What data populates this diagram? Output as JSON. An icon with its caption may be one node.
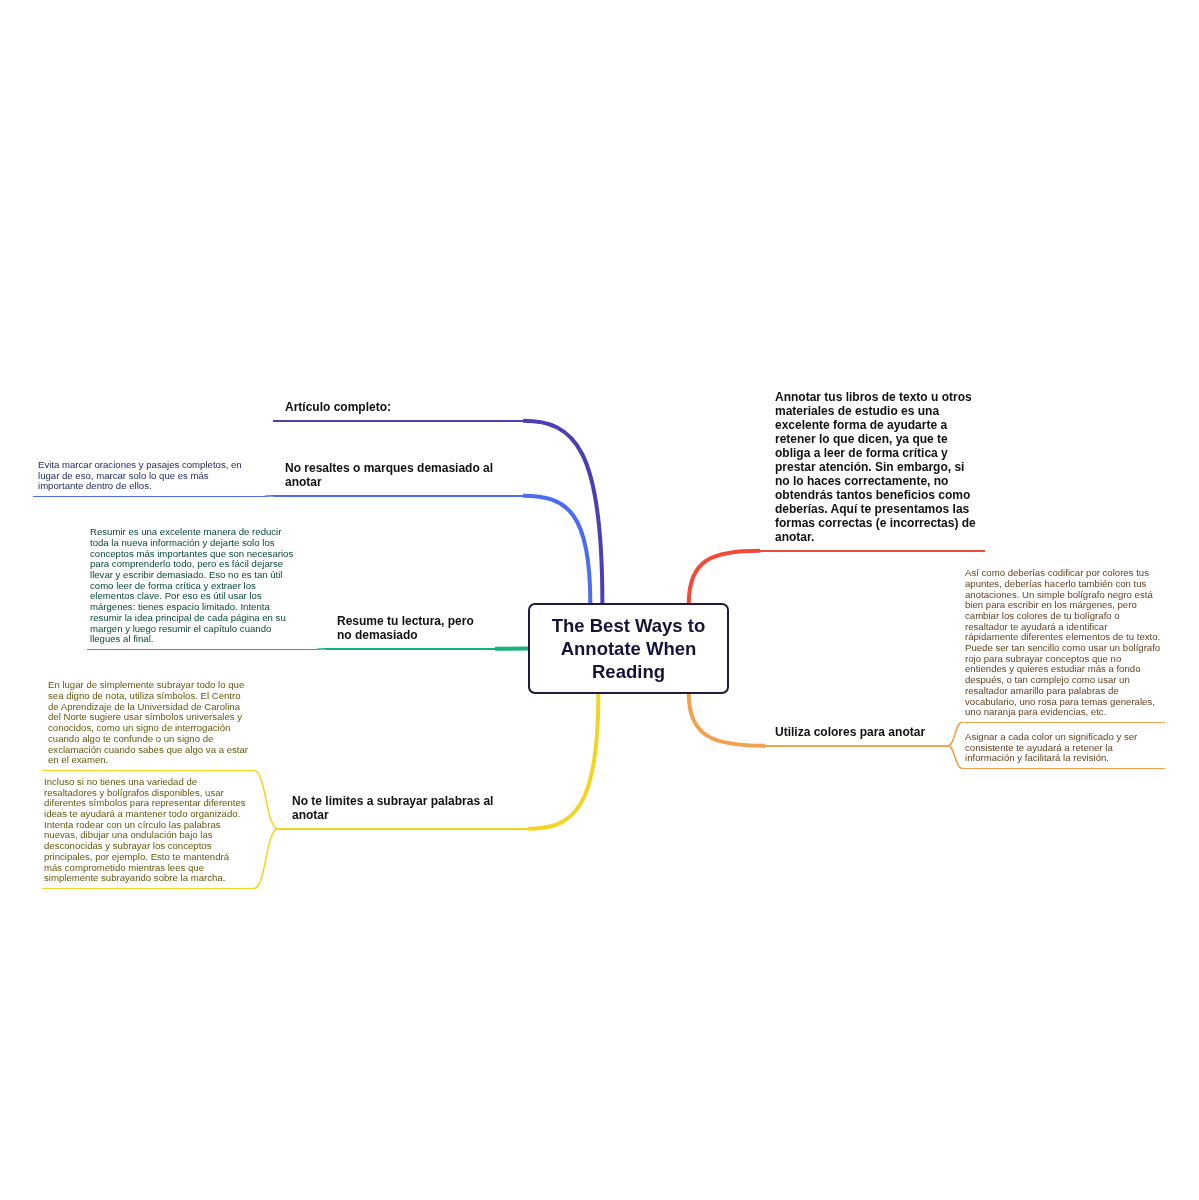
{
  "diagram": {
    "nodes": [
      {
        "text": [
          "The Best Ways to Annotate When Reading"
        ]
      },
      {
        "text": [
          "Artículo completo:"
        ]
      },
      {
        "text": [
          "No resaltes o marques demasiado al anotar"
        ]
      },
      {
        "text": [
          "Evita marcar oraciones y pasajes completos, en lugar de eso, marcar solo lo que es más importante dentro de ellos."
        ]
      },
      {
        "text": [
          "Resume tu lectura, pero no demasiado"
        ]
      },
      {
        "text": [
          "Resumir es una excelente manera de reducir toda la nueva información y dejarte solo los conceptos más importantes que son necesarios para comprenderlo todo, pero es fácil dejarse llevar y escribir demasiado. Eso no es tan útil como leer de forma crítica y extraer los elementos clave. Por eso es útil usar los márgenes: tienes espacio limitado. Intenta resumir la idea principal de cada página en su margen y luego resumir el capítulo cuando llegues al final."
        ]
      },
      {
        "text": [
          "No te limites a subrayar palabras al anotar"
        ]
      },
      {
        "text": [
          "En lugar de simplemente subrayar todo lo que sea digno de nota, utiliza símbolos. El Centro de Aprendizaje de la Universidad de Carolina del Norte sugiere usar símbolos universales y conocidos, como un signo de interrogación cuando algo te confunde o un signo de exclamación cuando sabes que algo va a estar en el examen."
        ]
      },
      {
        "text": [
          "Incluso si no tienes una variedad de resaltadores y bolígrafos disponibles, usar diferentes símbolos para representar diferentes ideas te ayudará a mantener todo organizado. Intenta rodear con un círculo las palabras nuevas, dibujar una ondulación bajo las desconocidas y subrayar los conceptos principales, por ejemplo. Esto te mantendrá más comprometido mientras lees que simplemente subrayando sobre la marcha."
        ]
      },
      {
        "text": [
          "Annotar tus libros de texto u otros materiales de estudio es una excelente forma de ayudarte a retener lo que dicen, ya que te obliga a leer de forma crítica y prestar atención. Sin embargo, si no lo haces correctamente, no obtendrás tantos beneficios como deberías. Aquí te presentamos las formas correctas (e incorrectas) de anotar."
        ]
      },
      {
        "text": [
          "Utiliza colores para anotar"
        ]
      },
      {
        "text": [
          "Así como deberías codificar por colores tus apuntes, deberías hacerlo también con tus anotaciones. Un simple bolígrafo negro está bien para escribir en los márgenes, pero cambiar los colores de tu bolígrafo o resaltador te ayudará a identificar rápidamente diferentes elementos de tu texto. Puede ser tan sencillo como usar un bolígrafo rojo para subrayar conceptos que no entiendes y quieres estudiar más a fondo después, o tan complejo como usar un resaltador amarillo para palabras de vocabulario, uno rosa para temas generales, uno naranja para evidencias, etc."
        ]
      },
      {
        "text": [
          "Asignar a cada color un significado y ser consistente te ayudará a retener la información y facilitará la revisión."
        ]
      }
    ],
    "edges": [
      {
        "from": 0,
        "to": 1,
        "arrow": "none",
        "style": "thick",
        "color": "#4b3fb5"
      },
      {
        "from": 0,
        "to": 2,
        "arrow": "none",
        "style": "thick",
        "color": "#4a6cf0"
      },
      {
        "from": 0,
        "to": 4,
        "arrow": "none",
        "style": "thick",
        "color": "#16b27b"
      },
      {
        "from": 0,
        "to": 6,
        "arrow": "none",
        "style": "thick",
        "color": "#f2d422"
      },
      {
        "from": 0,
        "to": 9,
        "arrow": "none",
        "style": "thick",
        "color": "#f04a3a"
      },
      {
        "from": 0,
        "to": 10,
        "arrow": "none",
        "style": "thick",
        "color": "#f3a04f"
      },
      {
        "from": 2,
        "to": 3,
        "arrow": "none",
        "color": "#4a6cf0"
      },
      {
        "from": 4,
        "to": 5,
        "arrow": "none",
        "color": "#16b27b"
      },
      {
        "from": 6,
        "to": 7,
        "arrow": "none",
        "color": "#f2d422"
      },
      {
        "from": 6,
        "to": 8,
        "arrow": "none",
        "color": "#f2d422"
      },
      {
        "from": 10,
        "to": 11,
        "arrow": "none",
        "color": "#f3a04f"
      },
      {
        "from": 10,
        "to": 12,
        "arrow": "none",
        "color": "#f3a04f"
      }
    ]
  }
}
